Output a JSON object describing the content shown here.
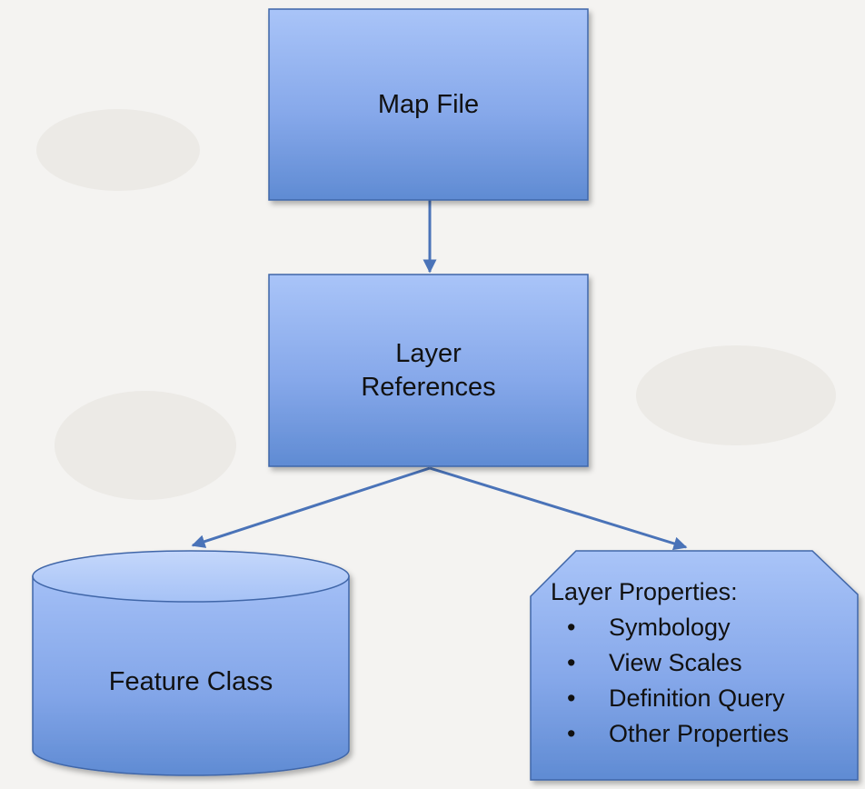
{
  "nodes": {
    "map_file": {
      "label": "Map File"
    },
    "layer_references": {
      "label_line1": "Layer",
      "label_line2": "References"
    },
    "feature_class": {
      "label": "Feature Class"
    },
    "layer_properties": {
      "title": "Layer Properties:",
      "items": [
        "Symbology",
        "View Scales",
        "Definition Query",
        "Other Properties"
      ]
    }
  },
  "colors": {
    "box_fill_top": "#a9c4f8",
    "box_fill_bottom": "#5f8bd3",
    "box_stroke": "#3f66a8",
    "connector": "#4a73b8",
    "background": "#f4f3f1"
  }
}
